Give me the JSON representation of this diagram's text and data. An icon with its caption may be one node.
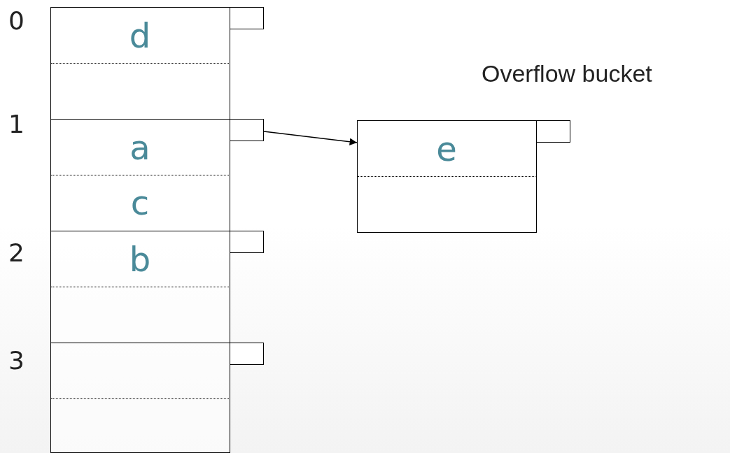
{
  "diagram": {
    "nodes": [
      {
        "text": [],
        "shape": "box",
        "beside": [
          "0"
        ]
      },
      {
        "text": [
          "d"
        ],
        "in": 0
      },
      {
        "text": [],
        "shape": "box",
        "in": 0
      },
      {
        "text": [],
        "shape": "box"
      },
      {
        "text": [],
        "shape": "box",
        "beside": [
          "1"
        ]
      },
      {
        "text": [
          "a"
        ],
        "in": 4
      },
      {
        "text": [
          "c"
        ],
        "in": 4
      },
      {
        "text": [],
        "shape": "box"
      },
      {
        "text": [],
        "shape": "box",
        "beside": [
          "2"
        ]
      },
      {
        "text": [
          "b"
        ],
        "in": 8
      },
      {
        "text": [],
        "shape": "box",
        "in": 8
      },
      {
        "text": [],
        "shape": "box"
      },
      {
        "text": [],
        "shape": "box",
        "beside": [
          "3"
        ]
      },
      {
        "text": [],
        "shape": "box",
        "in": 12
      },
      {
        "text": [],
        "shape": "box",
        "in": 12
      },
      {
        "text": [],
        "shape": "box"
      },
      {
        "text": [],
        "shape": "box",
        "beside": [
          "Overflow bucket"
        ]
      },
      {
        "text": [
          "e"
        ],
        "in": 16
      },
      {
        "text": [],
        "shape": "box",
        "in": 16
      },
      {
        "text": [],
        "shape": "box"
      }
    ],
    "edges": [
      {
        "from": 7,
        "to": 16,
        "arrow": "to"
      }
    ]
  }
}
